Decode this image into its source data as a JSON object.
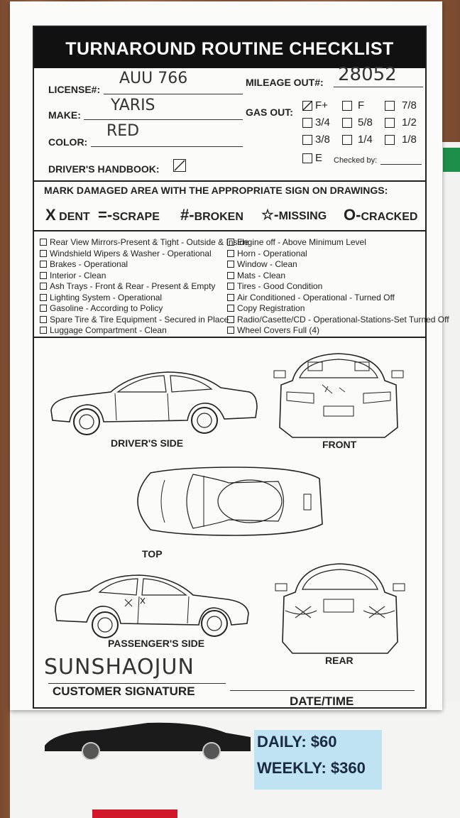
{
  "form": {
    "title": "TURNAROUND ROUTINE CHECKLIST",
    "license_label": "LICENSE#:",
    "license_value": "AUU 766",
    "mileage_label": "MILEAGE OUT#:",
    "mileage_value": "28052",
    "make_label": "MAKE:",
    "make_value": "YARIS",
    "gas_label": "GAS OUT:",
    "gas_options": [
      "F+",
      "F",
      "7/8",
      "3/4",
      "5/8",
      "1/2",
      "3/8",
      "1/4",
      "1/8",
      "E"
    ],
    "gas_checked": "F+",
    "checked_by_label": "Checked by:",
    "color_label": "COLOR:",
    "color_value": "RED",
    "handbook_label": "DRIVER'S HANDBOOK:",
    "damage_heading": "MARK DAMAGED AREA WITH THE APPROPRIATE SIGN ON DRAWINGS:",
    "legend": [
      {
        "sign": "X",
        "label": "DENT"
      },
      {
        "sign": "=-",
        "label": "SCRAPE"
      },
      {
        "sign": "#-",
        "label": "BROKEN"
      },
      {
        "sign": "☆-",
        "label": "MISSING"
      },
      {
        "sign": "O-",
        "label": "CRACKED"
      }
    ],
    "checklist_left": [
      "Rear View Mirrors-Present & Tight - Outside & Inside",
      "Windshield Wipers & Washer - Operational",
      "Brakes - Operational",
      "Interior - Clean",
      "Ash Trays - Front & Rear - Present & Empty",
      "Lighting System - Operational",
      "Gasoline - According to Policy",
      "Spare Tire & Tire Equipment - Secured in Place",
      "Luggage Compartment - Clean"
    ],
    "checklist_right": [
      "Engine off - Above Minimum Level",
      "Horn - Operational",
      "Window - Clean",
      "Mats - Clean",
      "Tires - Good Condition",
      "Air Conditioned - Operational - Turned Off",
      "Copy Registration",
      "Radio/Casette/CD - Operational-Stations-Set Turned Off",
      "Wheel Covers Full (4)"
    ],
    "drawing_labels": {
      "drivers_side": "DRIVER'S SIDE",
      "front": "FRONT",
      "top": "TOP",
      "passengers_side": "PASSENGER'S SIDE",
      "rear": "REAR"
    },
    "signature_value": "SUNSHAOJUN",
    "signature_label": "CUSTOMER SIGNATURE",
    "datetime_label": "DATE/TIME"
  },
  "poster": {
    "daily": "DAILY: $60",
    "weekly": "WEEKLY: $360"
  }
}
